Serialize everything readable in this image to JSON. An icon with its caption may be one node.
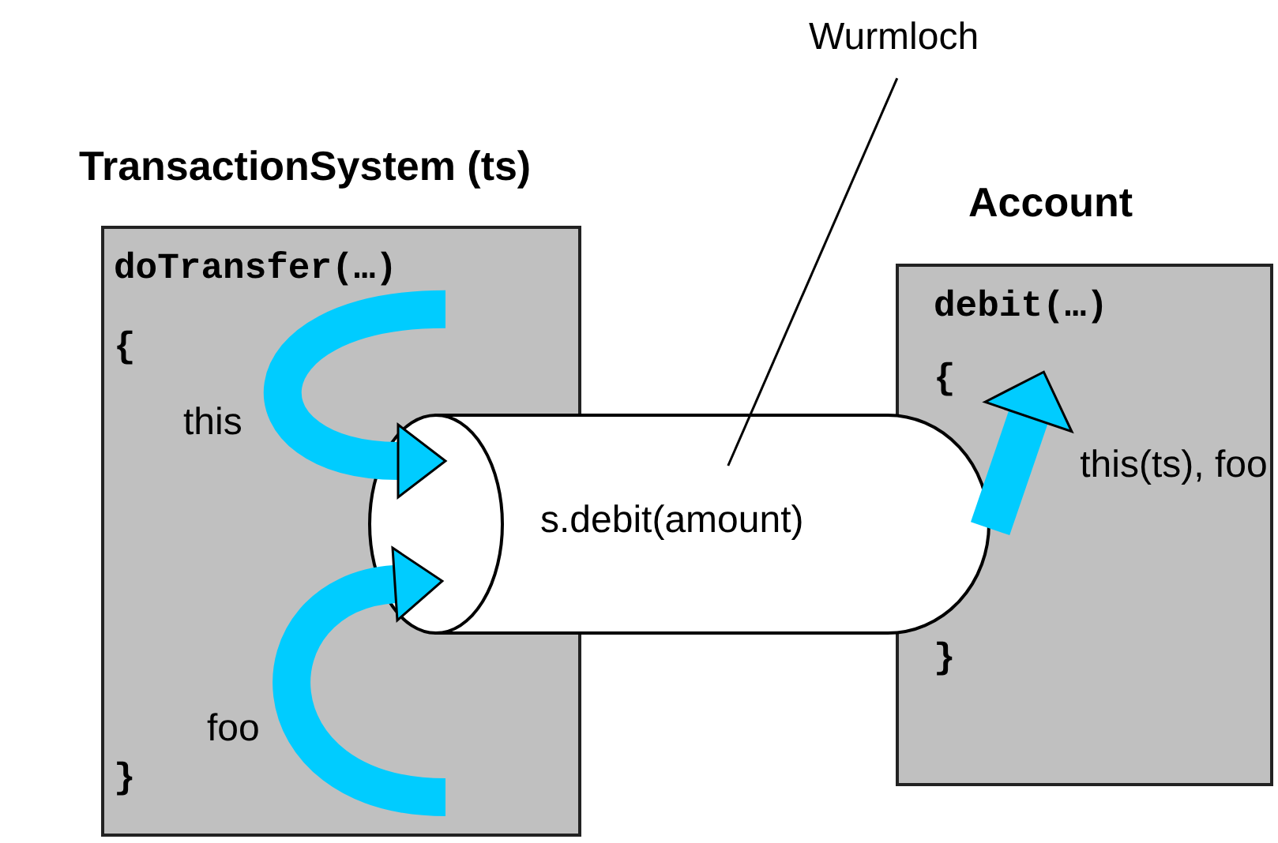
{
  "diagram": {
    "nodes": [
      {
        "text": [
          "Wurmloch"
        ]
      },
      {
        "text": [
          "TransactionSystem (ts)",
          "doTransfer(…)",
          "{",
          "}"
        ]
      },
      {
        "text": [
          "s.debit(amount)"
        ]
      },
      {
        "text": [
          "Account",
          "debit(…)",
          "{",
          "}"
        ]
      },
      {
        "text": [
          "this(ts), foo"
        ],
        "in": 3
      }
    ],
    "edges": [
      {
        "from": 0,
        "to": 2,
        "arrow": "none",
        "color": "#000000"
      },
      {
        "from": 1,
        "to": 2,
        "arrow": "to",
        "label": "this"
      },
      {
        "from": 1,
        "to": 2,
        "arrow": "to",
        "label": "foo"
      },
      {
        "from": 2,
        "to": 4,
        "arrow": "to"
      }
    ]
  }
}
